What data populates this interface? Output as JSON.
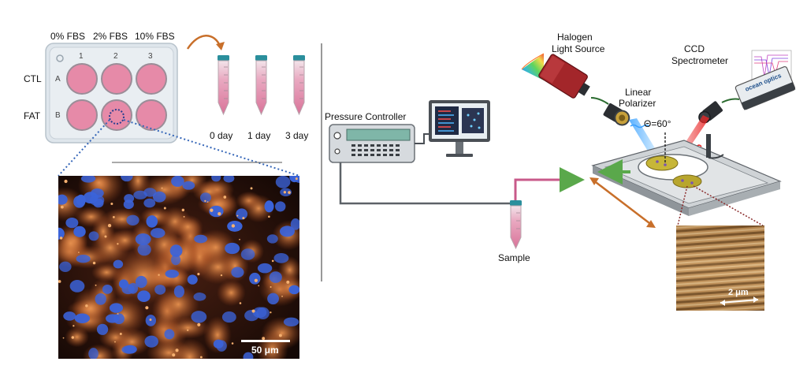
{
  "well_plate": {
    "columns": [
      "0% FBS",
      "2% FBS",
      "10% FBS"
    ],
    "well_numbers": [
      "1",
      "2",
      "3"
    ],
    "row_groups": [
      "CTL",
      "FAT"
    ],
    "row_letters": [
      "A",
      "B"
    ]
  },
  "tubes": {
    "timepoints": [
      "0 day",
      "1 day",
      "3 day"
    ]
  },
  "micrograph": {
    "scale_bar": "50 μm"
  },
  "setup": {
    "pressure_controller": "Pressure Controller",
    "sample": "Sample",
    "halogen": [
      "Halogen",
      "Light Source"
    ],
    "polarizer": [
      "Linear",
      "Polarizer"
    ],
    "angle": "Θ=60°",
    "ccd": [
      "CCD",
      "Spectrometer"
    ],
    "spectrometer_brand": "ocean optics",
    "grating_scale_bar": "2 μm"
  },
  "colors": {
    "well_pink": "#e68aa8",
    "tube_liquid": "#dc7fa0",
    "cap_teal": "#2a8f9c",
    "tubing_pink": "#c85a8a",
    "arrow_green": "#5aa84b",
    "arrow_orange": "#c86f2a",
    "nuclei_blue": "#3b63d9",
    "cytoplasm_orange": "#d97a3a"
  }
}
